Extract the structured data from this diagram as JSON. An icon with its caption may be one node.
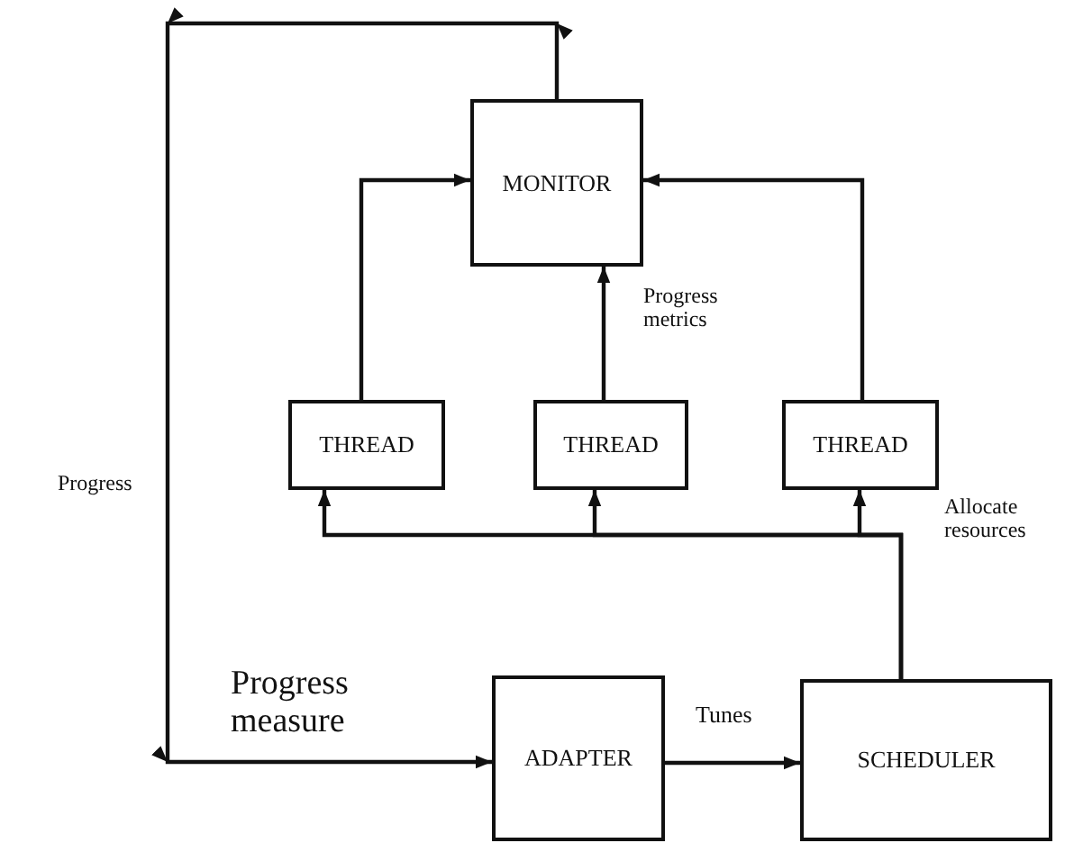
{
  "diagram": {
    "nodes": [
      {
        "text": [
          "MONITOR"
        ]
      },
      {
        "text": [
          "THREAD"
        ]
      },
      {
        "text": [
          "THREAD"
        ]
      },
      {
        "text": [
          "THREAD"
        ]
      },
      {
        "text": [
          "ADAPTER"
        ]
      },
      {
        "text": [
          "SCHEDULER"
        ]
      }
    ],
    "edges": [
      {
        "from": 1,
        "to": 0,
        "arrow": "to"
      },
      {
        "from": 2,
        "to": 0,
        "arrow": "to"
      },
      {
        "from": 3,
        "to": 0,
        "arrow": "to"
      },
      {
        "from": 0,
        "to": 4,
        "arrow": "to",
        "label": "Progress measure"
      },
      {
        "from": 4,
        "to": 5,
        "arrow": "to",
        "label": "Tunes"
      },
      {
        "from": 5,
        "to": 1,
        "arrow": "to"
      },
      {
        "from": 5,
        "to": 2,
        "arrow": "to"
      },
      {
        "from": 5,
        "to": 3,
        "arrow": "to"
      }
    ],
    "labels": [
      "Progress metrics",
      "Progress",
      "Allocate resources"
    ]
  }
}
